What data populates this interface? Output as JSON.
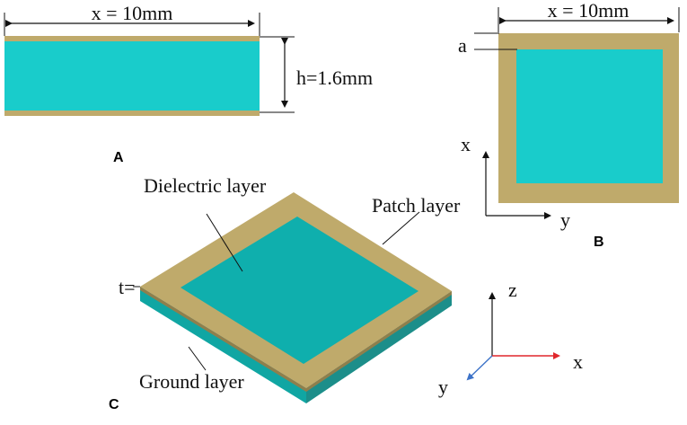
{
  "colors": {
    "patch": "#BFAA6B",
    "dielectric": "#19CCCB",
    "dielectric_top": "#0FAFAD",
    "dielectric_side_front": "#10A6A3",
    "dielectric_side_right": "#1C8E8A",
    "patch_edge": "#8F7F4C",
    "axis_dark": "#111111",
    "axis_x_3d": "#E0262B",
    "axis_y_3d": "#3D73C8"
  },
  "panel_a": {
    "panel_label": "A",
    "width_label": "x = 10mm",
    "height_label": "h=1.6mm"
  },
  "panel_b": {
    "panel_label": "B",
    "width_label": "x = 10mm",
    "border_label": "a",
    "axis_x_label": "x",
    "axis_y_label": "y"
  },
  "panel_c": {
    "panel_label": "C",
    "dielectric_label": "Dielectric layer",
    "patch_label": "Patch layer",
    "ground_label": "Ground layer",
    "thickness_label": "t=",
    "axis_z_label": "z",
    "axis_x_label": "x",
    "axis_y_label": "y"
  }
}
